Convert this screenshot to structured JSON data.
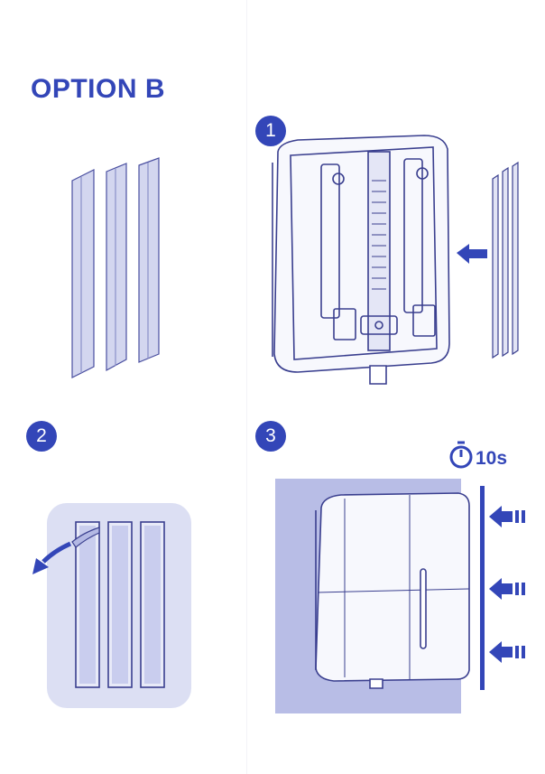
{
  "title": "OPTION B",
  "steps": [
    {
      "number": "1"
    },
    {
      "number": "2"
    },
    {
      "number": "3"
    }
  ],
  "timer": {
    "label": "10s",
    "icon": "stopwatch-icon"
  },
  "colors": {
    "accent": "#3346b8",
    "wall": "#b8bde6",
    "panel": "#dcdff3",
    "outline": "#4a4fa0"
  }
}
